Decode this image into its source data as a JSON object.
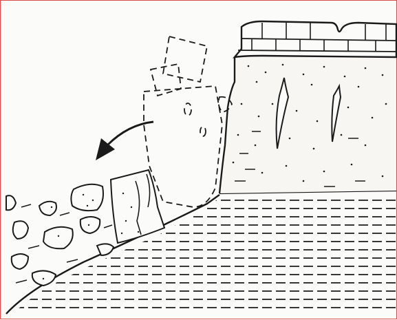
{
  "figure": {
    "kind": "geologic cross-section sketch",
    "frame_color": "#d94a4a",
    "line_color": "#1a1a1a",
    "paper_color": "#fbfbfa"
  },
  "elements": [
    "cap-rock-brick-layer",
    "sandstone-layer",
    "jointed-cliff-face",
    "shale-base-layer",
    "toppling-block-dashed-outline",
    "fall-direction-arrow",
    "talus-debris-slope"
  ]
}
